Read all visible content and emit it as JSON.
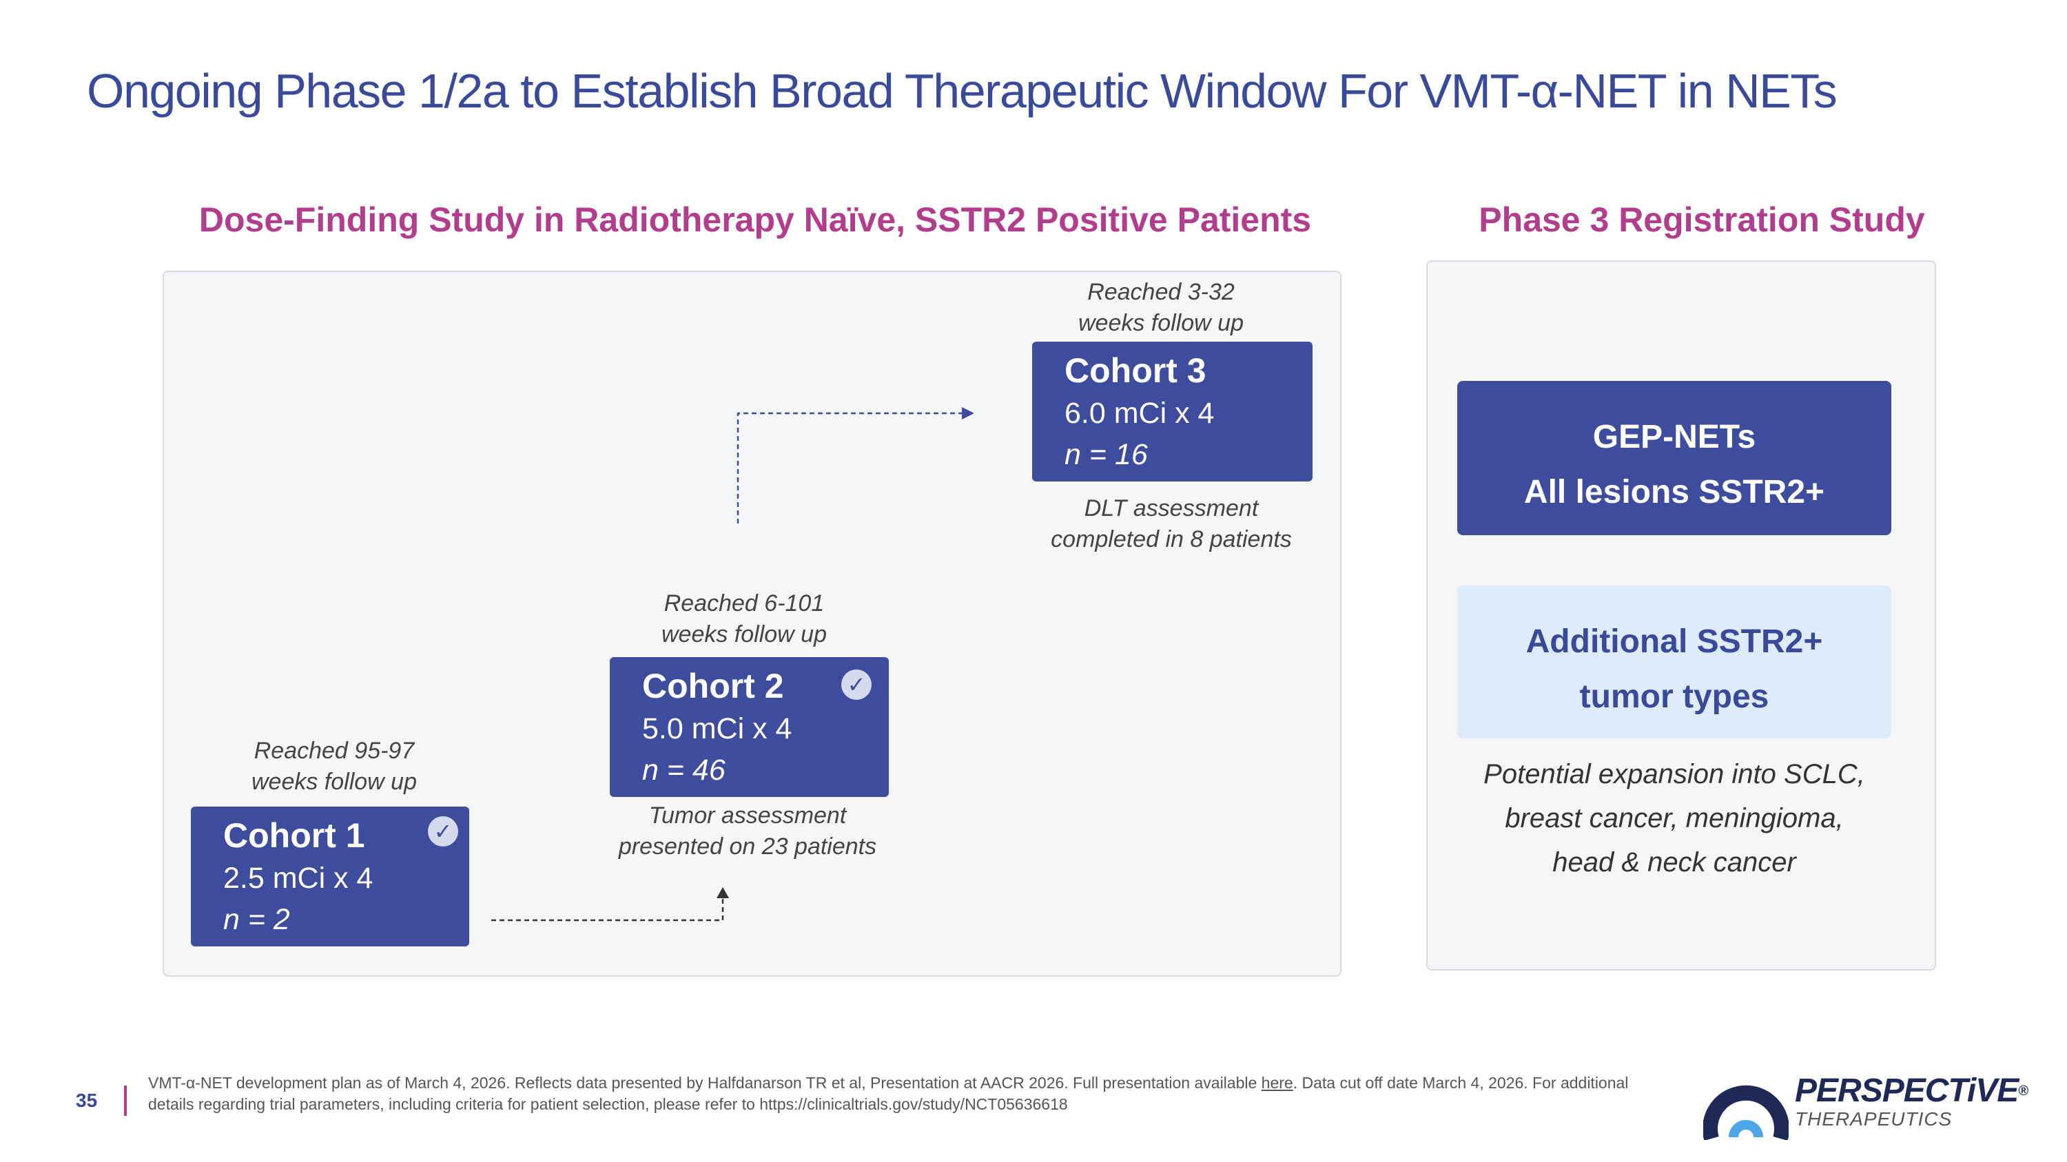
{
  "title": "Ongoing Phase 1/2a to Establish Broad Therapeutic Window For VMT-α-NET in NETs",
  "left_section": {
    "heading": "Dose-Finding Study in Radiotherapy Naïve, SSTR2 Positive Patients",
    "cohorts": [
      {
        "name": "Cohort 1",
        "dose": "2.5 mCi x 4",
        "n": "n = 2",
        "follow_up_line1": "Reached 95-97",
        "follow_up_line2": "weeks follow up",
        "completed": true
      },
      {
        "name": "Cohort 2",
        "dose": "5.0 mCi x 4",
        "n": "n = 46",
        "follow_up_line1": "Reached 6-101",
        "follow_up_line2": "weeks follow up",
        "note_line1": "Tumor assessment",
        "note_line2": "presented on 23 patients",
        "completed": true
      },
      {
        "name": "Cohort 3",
        "dose": "6.0 mCi x 4",
        "n": "n = 16",
        "follow_up_line1": "Reached 3-32",
        "follow_up_line2": "weeks follow up",
        "note_line1": "DLT assessment",
        "note_line2": "completed in 8 patients",
        "completed": false
      }
    ]
  },
  "right_section": {
    "heading": "Phase 3 Registration Study",
    "primary_box": {
      "line1": "GEP-NETs",
      "line2": "All lesions SSTR2+"
    },
    "secondary_box": {
      "line1": "Additional SSTR2+",
      "line2": "tumor types"
    },
    "expansion_text": {
      "line1": "Potential expansion into SCLC,",
      "line2": "breast cancer, meningioma,",
      "line3": "head & neck cancer"
    }
  },
  "footer": {
    "page_number": "35",
    "footnote_part1": "VMT-α-NET development plan as of March 4, 2026. Reflects data presented by Halfdanarson TR et al, Presentation at AACR 2026. Full presentation available ",
    "footnote_link": "here",
    "footnote_part2": ". Data cut off date March 4, 2026. For additional details regarding trial parameters, including criteria for patient selection, please refer to https://clinicaltrials.gov/study/NCT05636618"
  },
  "logo": {
    "brand": "PERSPECTiVE",
    "registered": "®",
    "subtitle": "THERAPEUTICS"
  },
  "colors": {
    "title_blue": "#3a4a9b",
    "heading_magenta": "#b23d8c",
    "box_blue": "#3d4c9c",
    "light_blue_box": "#deebfb",
    "panel_bg": "#f5f6f8"
  },
  "icons": {
    "check": "check-circle-icon",
    "arrow": "dashed-arrow-icon"
  }
}
